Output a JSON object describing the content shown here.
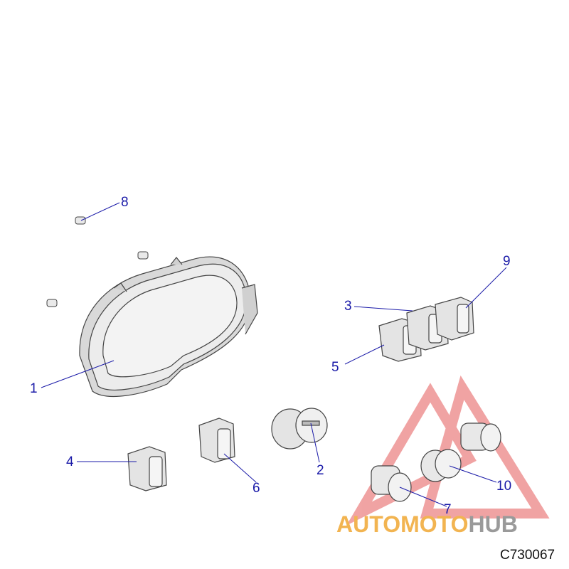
{
  "callouts": [
    {
      "id": "1",
      "label": "1"
    },
    {
      "id": "2",
      "label": "2"
    },
    {
      "id": "3",
      "label": "3"
    },
    {
      "id": "4",
      "label": "4"
    },
    {
      "id": "5",
      "label": "5"
    },
    {
      "id": "6",
      "label": "6"
    },
    {
      "id": "7",
      "label": "7"
    },
    {
      "id": "8",
      "label": "8"
    },
    {
      "id": "9",
      "label": "9"
    },
    {
      "id": "10",
      "label": "10"
    }
  ],
  "part_code": "C730067",
  "watermark": {
    "word_1": "AUTOMOTO",
    "word_2": "HUB",
    "accent_color": "#f2b451",
    "mark_color": "#e86b6b",
    "grey_color": "#9a9a9a"
  },
  "colors": {
    "callout": "#1a1aa8",
    "outline": "#444444",
    "fill": "#e9e9e9"
  }
}
